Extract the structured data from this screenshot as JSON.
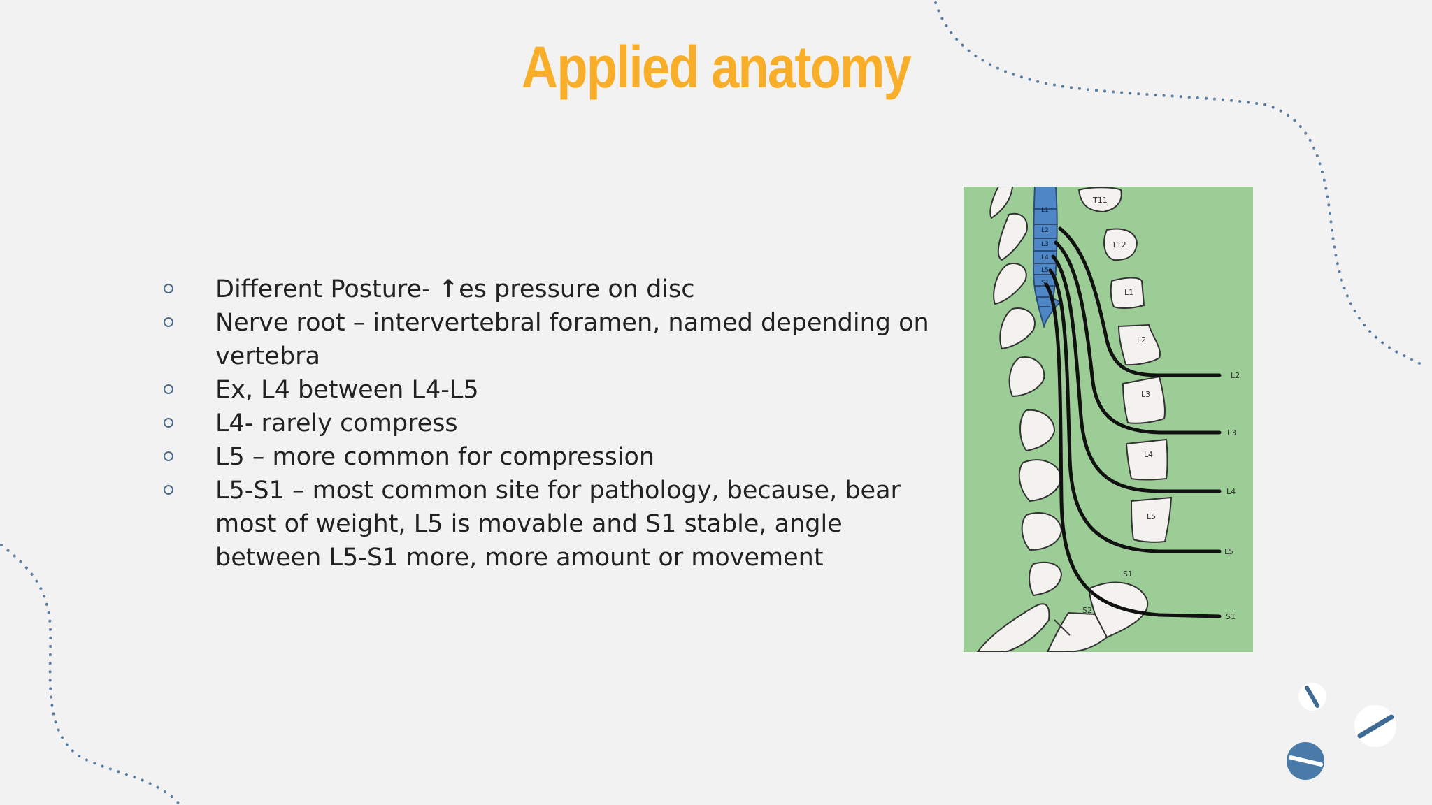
{
  "slide": {
    "title": "Applied anatomy",
    "bullets": [
      "Different Posture- ↑es pressure on disc",
      "Nerve root – intervertebral foramen, named depending on vertebra",
      "Ex, L4 between L4-L5",
      "L4- rarely compress",
      "L5 – more common for compression",
      "L5-S1 – most common site for pathology, because, bear most of weight, L5 is movable and S1 stable, angle between L5-S1 more, more amount or movement"
    ]
  },
  "figure": {
    "vertebrae": [
      "T11",
      "T12",
      "L1",
      "L2",
      "L3",
      "L4",
      "L5",
      "S1",
      "S2"
    ],
    "cord_segments": [
      "L1",
      "L2",
      "L3",
      "L4",
      "L5",
      "S1"
    ],
    "nerve_roots": [
      "L2",
      "L3",
      "L4",
      "L5",
      "S1"
    ]
  },
  "colors": {
    "title": "#f9ae2a",
    "figure_background": "#9dcd96",
    "cord": "#4f86c6",
    "decoration": "#5b7fa3"
  }
}
